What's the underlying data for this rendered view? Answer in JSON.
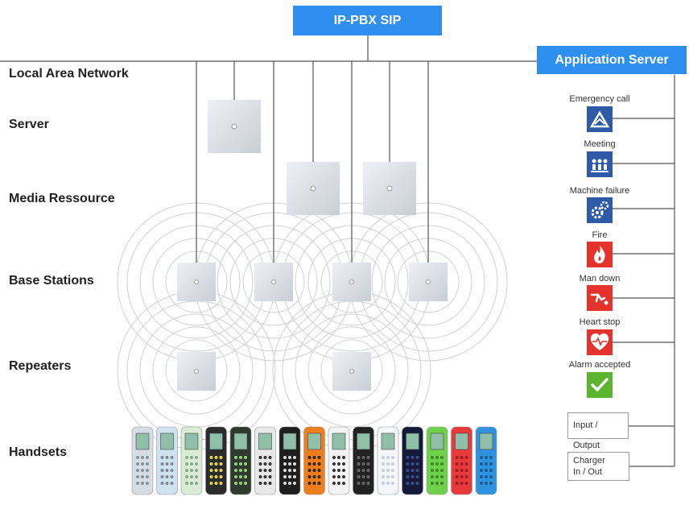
{
  "header": {
    "pbx_label": "IP-PBX SIP",
    "app_server_label": "Application Server"
  },
  "rows": [
    {
      "label": "Local Area Network"
    },
    {
      "label": "Server"
    },
    {
      "label": "Media Ressource"
    },
    {
      "label": "Base Stations"
    },
    {
      "label": "Repeaters"
    },
    {
      "label": "Handsets"
    }
  ],
  "alarms": [
    {
      "label": "Emergency call",
      "icon": "emergency-call-icon",
      "color": "#2e5aa8"
    },
    {
      "label": "Meeting",
      "icon": "meeting-icon",
      "color": "#2e5aa8"
    },
    {
      "label": "Machine failure",
      "icon": "machine-failure-icon",
      "color": "#2e5aa8"
    },
    {
      "label": "Fire",
      "icon": "fire-icon",
      "color": "#e5322d"
    },
    {
      "label": "Man down",
      "icon": "man-down-icon",
      "color": "#e5322d"
    },
    {
      "label": "Heart stop",
      "icon": "heart-stop-icon",
      "color": "#e5322d"
    },
    {
      "label": "Alarm accepted",
      "icon": "check-icon",
      "color": "#5cb531"
    }
  ],
  "io": {
    "input_output": "Input / Output",
    "charger_line1": "Charger",
    "charger_line2": "In / Out"
  },
  "colors": {
    "accent": "#2f8ff0",
    "line": "#555555"
  },
  "handsets": [
    {
      "body": "#d8dde4",
      "keys": "#8a93a0"
    },
    {
      "body": "#cfe3ee",
      "keys": "#7d8a96"
    },
    {
      "body": "#d9ecd6",
      "keys": "#8aa88a"
    },
    {
      "body": "#2b2b2b",
      "keys": "#e6d64a"
    },
    {
      "body": "#2f3a2e",
      "keys": "#9ad07a"
    },
    {
      "body": "#e9e9e9",
      "keys": "#333333"
    },
    {
      "body": "#1e1e1e",
      "keys": "#dddddd"
    },
    {
      "body": "#f07d1e",
      "keys": "#2b2b2b"
    },
    {
      "body": "#f4f4f4",
      "keys": "#333333"
    },
    {
      "body": "#222222",
      "keys": "#666666"
    },
    {
      "body": "#f5f7fb",
      "keys": "#c9cfdb"
    },
    {
      "body": "#141a3a",
      "keys": "#3f4b8a"
    },
    {
      "body": "#6fd14a",
      "keys": "#3a8a24"
    },
    {
      "body": "#e83a3a",
      "keys": "#9b1f1f"
    },
    {
      "body": "#2f93e0",
      "keys": "#1c5f96"
    }
  ]
}
